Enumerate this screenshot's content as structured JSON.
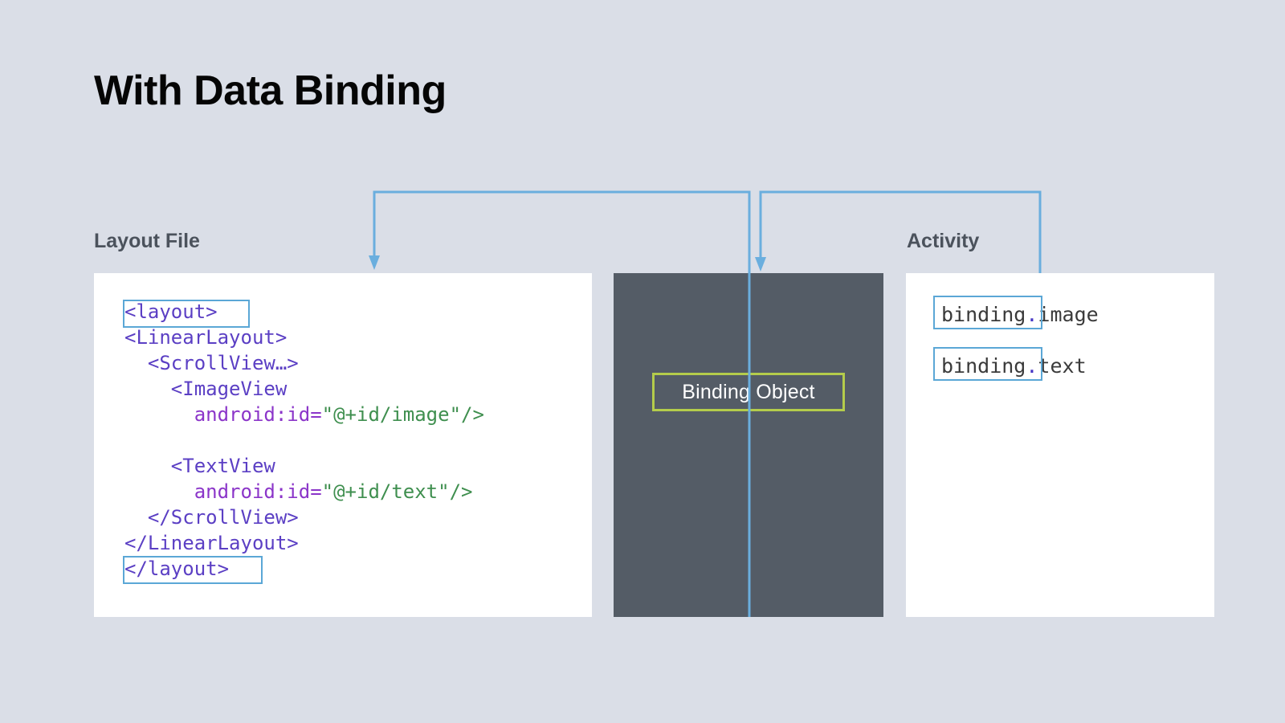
{
  "page": {
    "title": "With Data Binding",
    "background_color": "#dadee7"
  },
  "columns": {
    "layout_caption": "Layout File",
    "activity_caption": "Activity"
  },
  "layout_card": {
    "background_color": "#ffffff",
    "code_lines": [
      {
        "id": "line-layout-open",
        "indent": 0,
        "parts": [
          {
            "text": "<layout>",
            "kind": "tag"
          }
        ]
      },
      {
        "id": "line-linearlayout-open",
        "indent": 0,
        "parts": [
          {
            "text": "<LinearLayout>",
            "kind": "tag"
          }
        ]
      },
      {
        "id": "line-scrollview-open",
        "indent": 1,
        "parts": [
          {
            "text": "<ScrollView…>",
            "kind": "tag"
          }
        ]
      },
      {
        "id": "line-imageview-open",
        "indent": 2,
        "parts": [
          {
            "text": "<ImageView",
            "kind": "tag"
          }
        ]
      },
      {
        "id": "line-imageview-id",
        "indent": 3,
        "parts": [
          {
            "text": "android:id=",
            "kind": "attr"
          },
          {
            "text": "\"@+id/image\"/>",
            "kind": "str"
          }
        ]
      },
      {
        "id": "line-blank",
        "indent": 0,
        "parts": [
          {
            "text": " ",
            "kind": "blank"
          }
        ]
      },
      {
        "id": "line-textview-open",
        "indent": 2,
        "parts": [
          {
            "text": "<TextView",
            "kind": "tag"
          }
        ]
      },
      {
        "id": "line-textview-id",
        "indent": 3,
        "parts": [
          {
            "text": "android:id=",
            "kind": "attr"
          },
          {
            "text": "\"@+id/text\"/>",
            "kind": "str"
          }
        ]
      },
      {
        "id": "line-scrollview-close",
        "indent": 1,
        "parts": [
          {
            "text": "</ScrollView>",
            "kind": "tag"
          }
        ]
      },
      {
        "id": "line-linearlayout-close",
        "indent": 0,
        "parts": [
          {
            "text": "</LinearLayout>",
            "kind": "tag"
          }
        ]
      },
      {
        "id": "line-layout-close",
        "indent": 0,
        "parts": [
          {
            "text": "</layout>",
            "kind": "tag"
          }
        ]
      }
    ],
    "highlight_color": "#5ba7d6",
    "highlighted_tokens": [
      "<layout>",
      "</layout>"
    ]
  },
  "binding_card": {
    "background_color": "#545c66",
    "label": "Binding Object",
    "label_color": "#ffffff",
    "border_color": "#b4cc4b"
  },
  "activity_card": {
    "background_color": "#ffffff",
    "expressions": [
      {
        "id": "expr-image",
        "prefix": "binding.",
        "suffix": "image"
      },
      {
        "id": "expr-text",
        "prefix": "binding.",
        "suffix": "text"
      }
    ],
    "highlight_color": "#5ba7d6",
    "highlighted_tokens": [
      "binding.",
      "binding."
    ]
  },
  "connectors": {
    "color": "#6aaede",
    "stroke_width": 3,
    "paths": [
      {
        "id": "connector-binding-to-layout",
        "from": "binding-object",
        "to": "layout-file"
      },
      {
        "id": "connector-binding-to-activity",
        "from": "activity",
        "to": "binding-object"
      }
    ]
  },
  "code_colors": {
    "tag": "#5b3fc4",
    "attr": "#8b35c9",
    "string": "#3f8f4f"
  }
}
